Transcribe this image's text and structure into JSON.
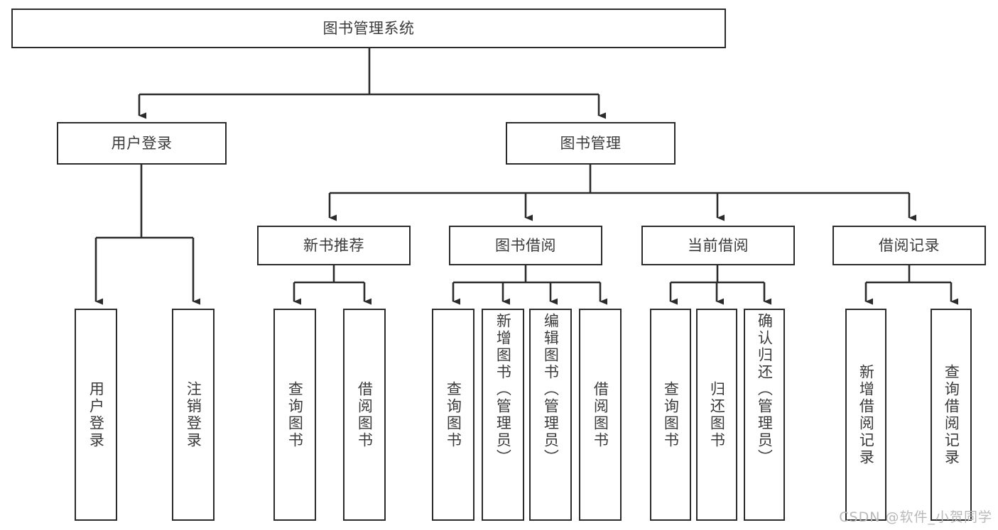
{
  "diagram": {
    "title": "图书管理系统",
    "type": "tree-hierarchy",
    "watermark": "CSDN @软件_小贺同学",
    "stroke_color": "#2b2b2b",
    "text_color": "#3b3b3b",
    "background": "#ffffff",
    "nodes": {
      "root": "图书管理系统",
      "level1": [
        {
          "label": "用户登录"
        },
        {
          "label": "图书管理"
        }
      ],
      "level2": [
        {
          "label": "新书推荐"
        },
        {
          "label": "图书借阅"
        },
        {
          "label": "当前借阅"
        },
        {
          "label": "借阅记录"
        }
      ],
      "leaves_user_login": [
        {
          "label": "用户登录"
        },
        {
          "label": "注销登录"
        }
      ],
      "leaves_new_book": [
        {
          "label": "查询图书"
        },
        {
          "label": "借阅图书"
        }
      ],
      "leaves_borrow": [
        {
          "label": "查询图书"
        },
        {
          "label": "新增图书（管理员）"
        },
        {
          "label": "编辑图书（管理员）"
        },
        {
          "label": "借阅图书"
        }
      ],
      "leaves_current": [
        {
          "label": "查询图书"
        },
        {
          "label": "归还图书"
        },
        {
          "label": "确认归还（管理员）"
        }
      ],
      "leaves_record": [
        {
          "label": "新增借阅记录"
        },
        {
          "label": "查询借阅记录"
        }
      ]
    }
  }
}
